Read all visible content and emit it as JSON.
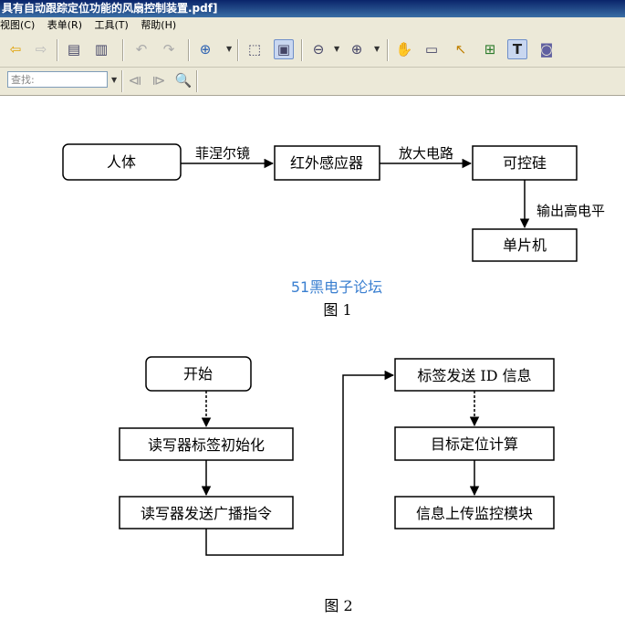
{
  "window": {
    "title": "具有自动跟踪定位功能的风扇控制装置.pdf]"
  },
  "menu": {
    "items": [
      "视图(C)",
      "表单(R)",
      "工具(T)",
      "帮助(H)"
    ]
  },
  "search": {
    "placeholder": "查找:"
  },
  "figure1": {
    "nodes": [
      "人体",
      "红外感应器",
      "可控硅",
      "单片机"
    ],
    "edges": [
      "菲涅尔镜",
      "放大电路",
      "输出高电平"
    ],
    "watermark": "51黑电子论坛",
    "caption": "图 1"
  },
  "figure2": {
    "nodes": [
      "开始",
      "读写器标签初始化",
      "读写器发送广播指令",
      "标签发送 ID 信息",
      "目标定位计算",
      "信息上传监控模块"
    ],
    "caption": "图 2"
  },
  "colors": {
    "titlebar": "#0a246a",
    "watermark": "#3a7fd0",
    "toolbar": "#ece9d8"
  }
}
